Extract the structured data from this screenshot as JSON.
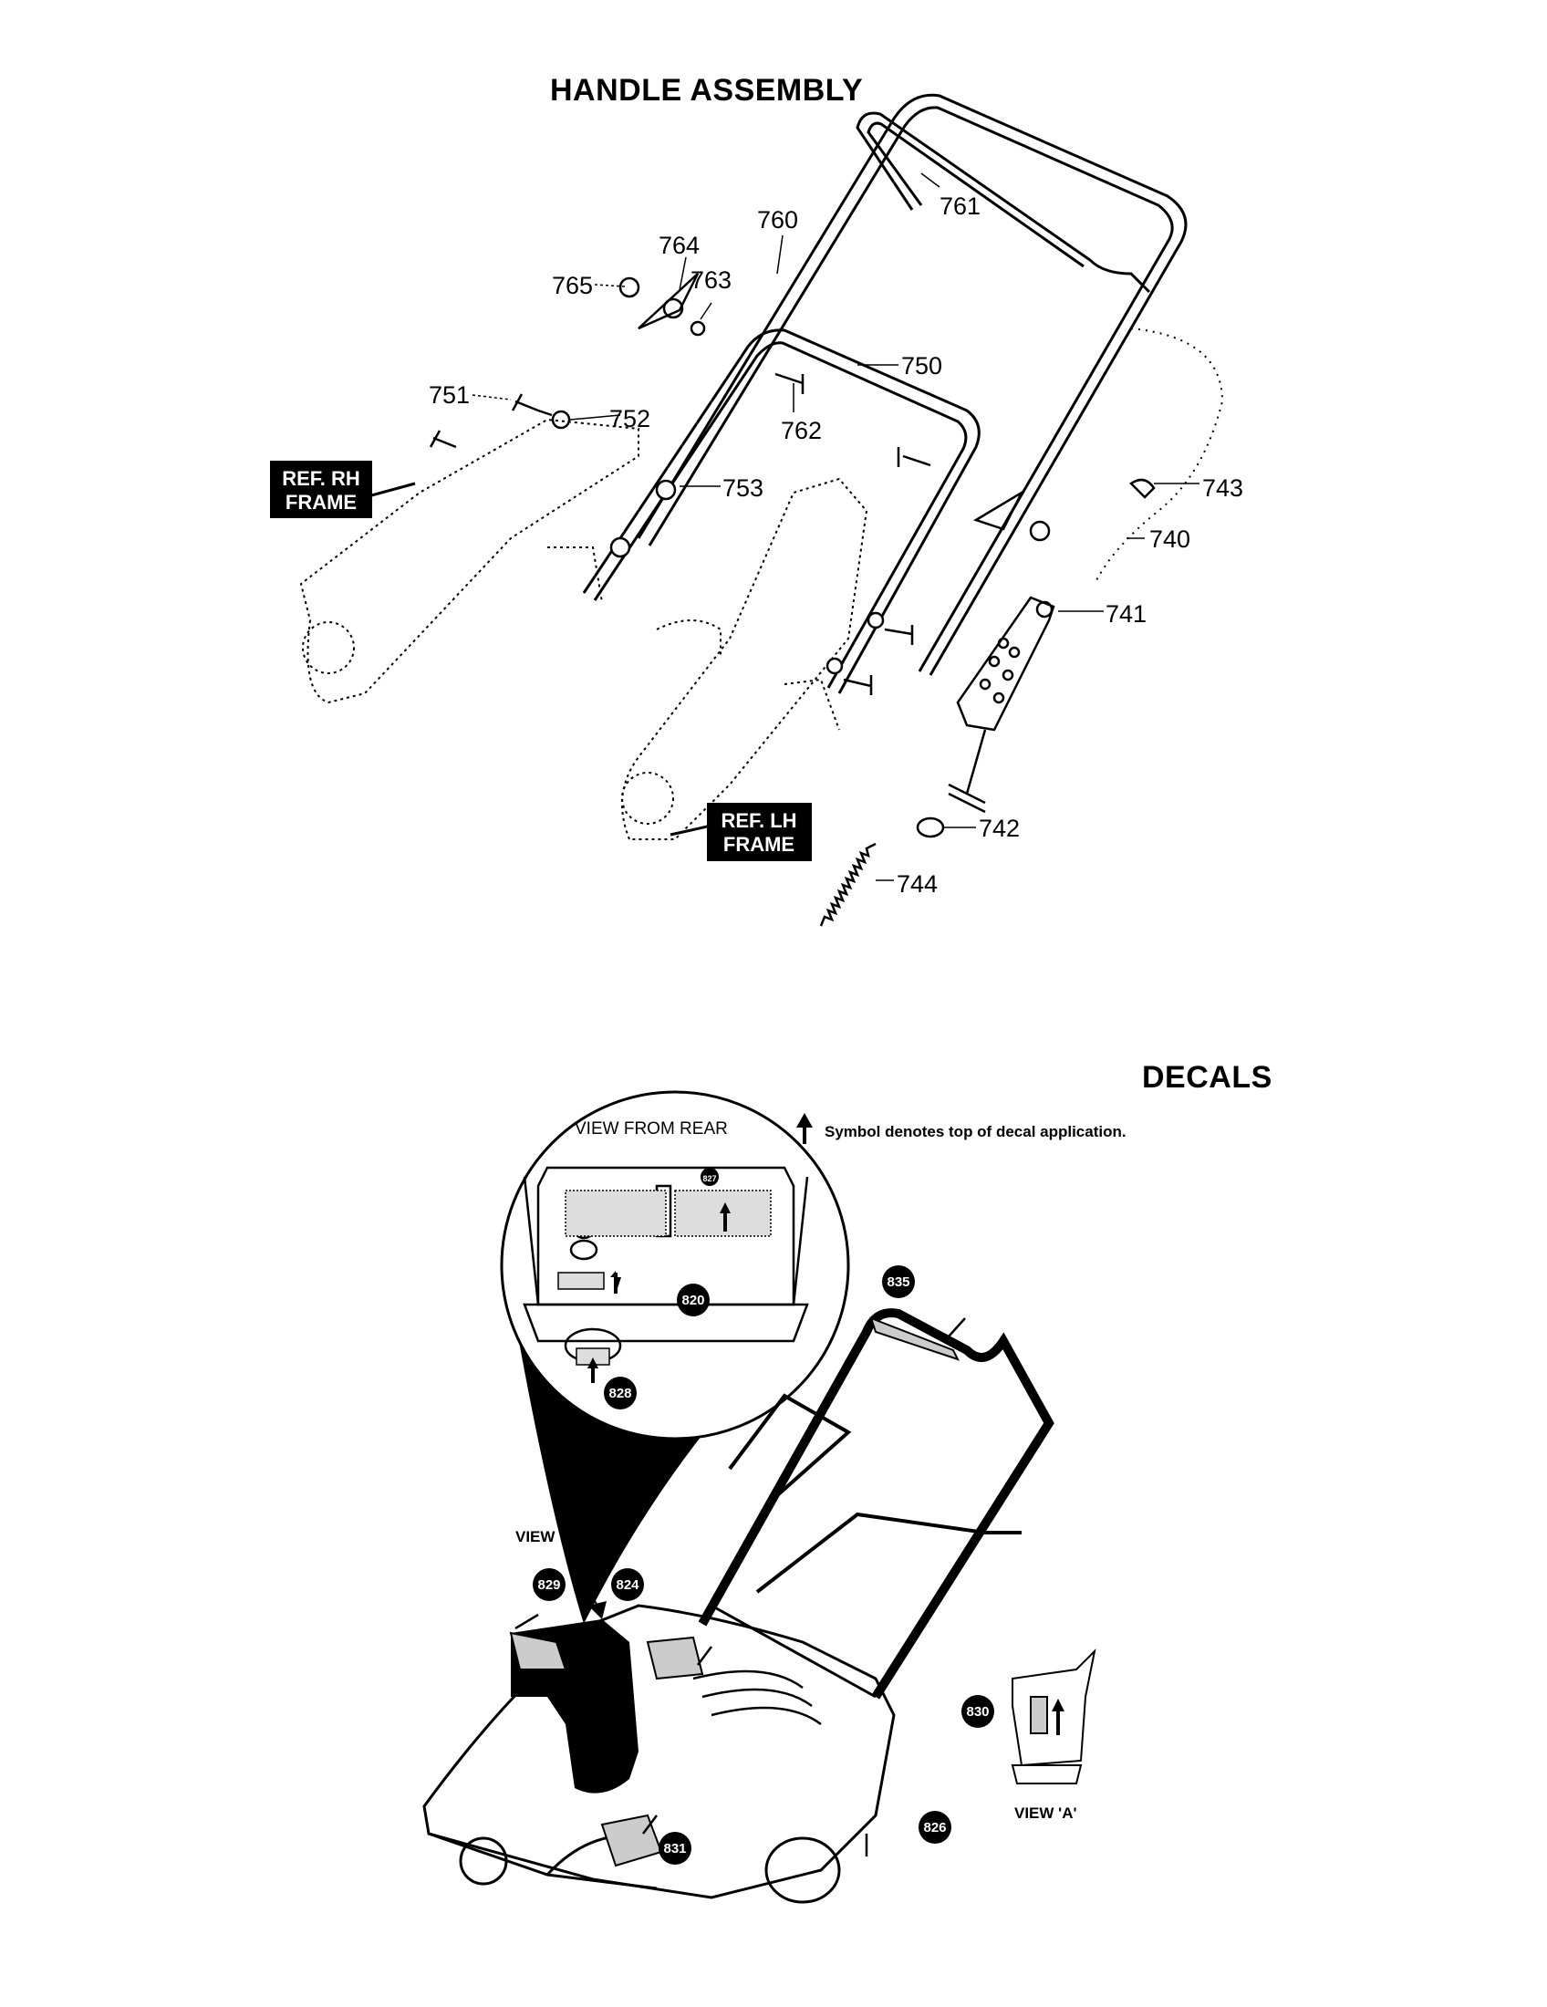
{
  "titles": {
    "handle_assembly": "HANDLE ASSEMBLY",
    "decals": "DECALS"
  },
  "handle_parts": {
    "p761": "761",
    "p760": "760",
    "p764": "764",
    "p763": "763",
    "p765": "765",
    "p750": "750",
    "p751": "751",
    "p752": "752",
    "p762": "762",
    "p753": "753",
    "p743": "743",
    "p740": "740",
    "p741": "741",
    "p742": "742",
    "p744": "744"
  },
  "ref_tags": {
    "rh_line1": "REF. RH",
    "rh_line2": "FRAME",
    "lh_line1": "REF. LH",
    "lh_line2": "FRAME"
  },
  "decals": {
    "view_from_rear": "VIEW FROM REAR",
    "symbol_note": "Symbol denotes top of decal application.",
    "view_a_top": "VIEW 'A'",
    "view_a_bottom": "VIEW 'A'",
    "inner_badge": "827",
    "badges": {
      "b835": "835",
      "b820": "820",
      "b828": "828",
      "b829": "829",
      "b824": "824",
      "b830": "830",
      "b831": "831",
      "b826": "826"
    }
  }
}
